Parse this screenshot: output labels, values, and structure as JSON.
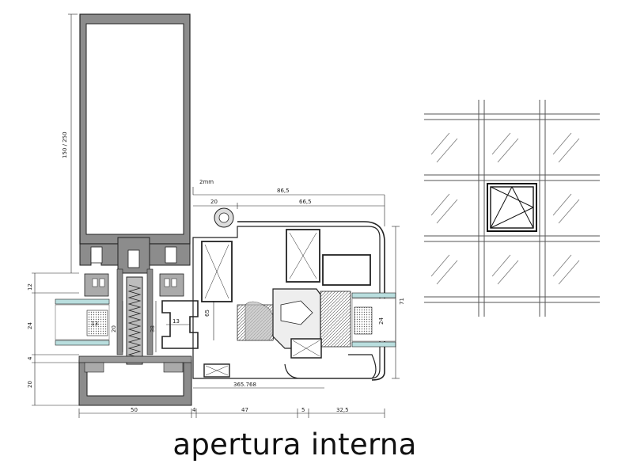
{
  "caption": "apertura interna",
  "dimensions": {
    "mullion_depth": "150 / 250",
    "gap": "2mm",
    "overall_width": "86,5",
    "offset_left": "20",
    "sash_width": "66,5",
    "glass_top": "12",
    "glass_pack_left": "24",
    "glass_spacer_left": "13",
    "clip_width": "20",
    "clip_height": "38",
    "depth_13": "13",
    "frame_height": "65",
    "glass_right": "24",
    "right_height": "71",
    "bottom_gap": "4",
    "base_height": "20",
    "profile_code": "365.768",
    "base_width": "50",
    "bottom_4": "4",
    "bottom_47": "47",
    "bottom_5": "5",
    "bottom_32": "32,5"
  }
}
